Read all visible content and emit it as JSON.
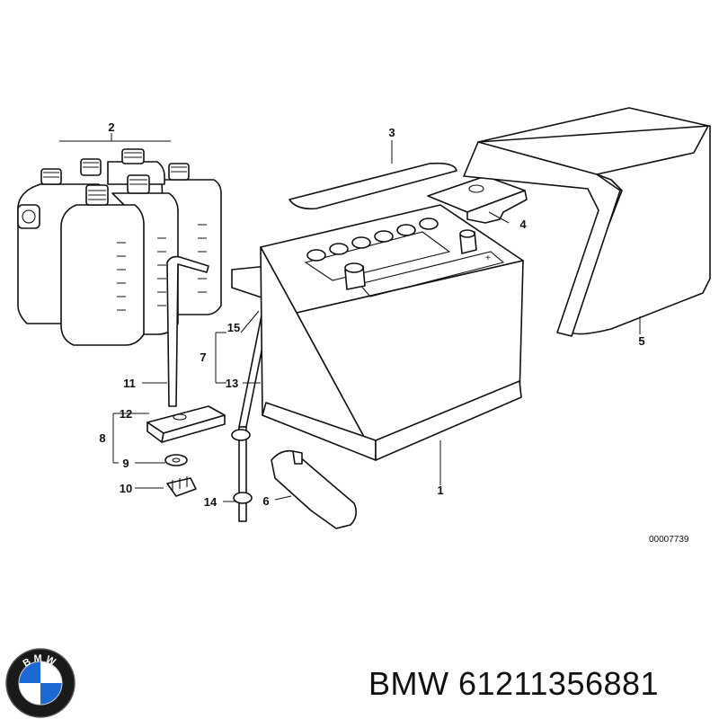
{
  "diagram": {
    "callouts": [
      {
        "id": "1",
        "part": "battery"
      },
      {
        "id": "2",
        "part": "water-bottles"
      },
      {
        "id": "3",
        "part": "terminal-cover"
      },
      {
        "id": "4",
        "part": "terminal-clamp"
      },
      {
        "id": "5",
        "part": "battery-cover"
      },
      {
        "id": "6",
        "part": "vent-cap"
      },
      {
        "id": "7",
        "part": "vent-hose-group"
      },
      {
        "id": "8",
        "part": "holder-group"
      },
      {
        "id": "9",
        "part": "washer"
      },
      {
        "id": "10",
        "part": "clip"
      },
      {
        "id": "11",
        "part": "hose"
      },
      {
        "id": "12",
        "part": "bracket"
      },
      {
        "id": "13",
        "part": "vent-hose"
      },
      {
        "id": "14",
        "part": "grommet"
      },
      {
        "id": "15",
        "part": "elbow"
      }
    ],
    "reference_code": "00007739"
  },
  "part_number": "BMW 61211356881",
  "brand_logo": {
    "letters": "BMW",
    "colors": {
      "outer": "#1a1a1a",
      "blue": "#1c69d4",
      "white": "#ffffff"
    }
  }
}
